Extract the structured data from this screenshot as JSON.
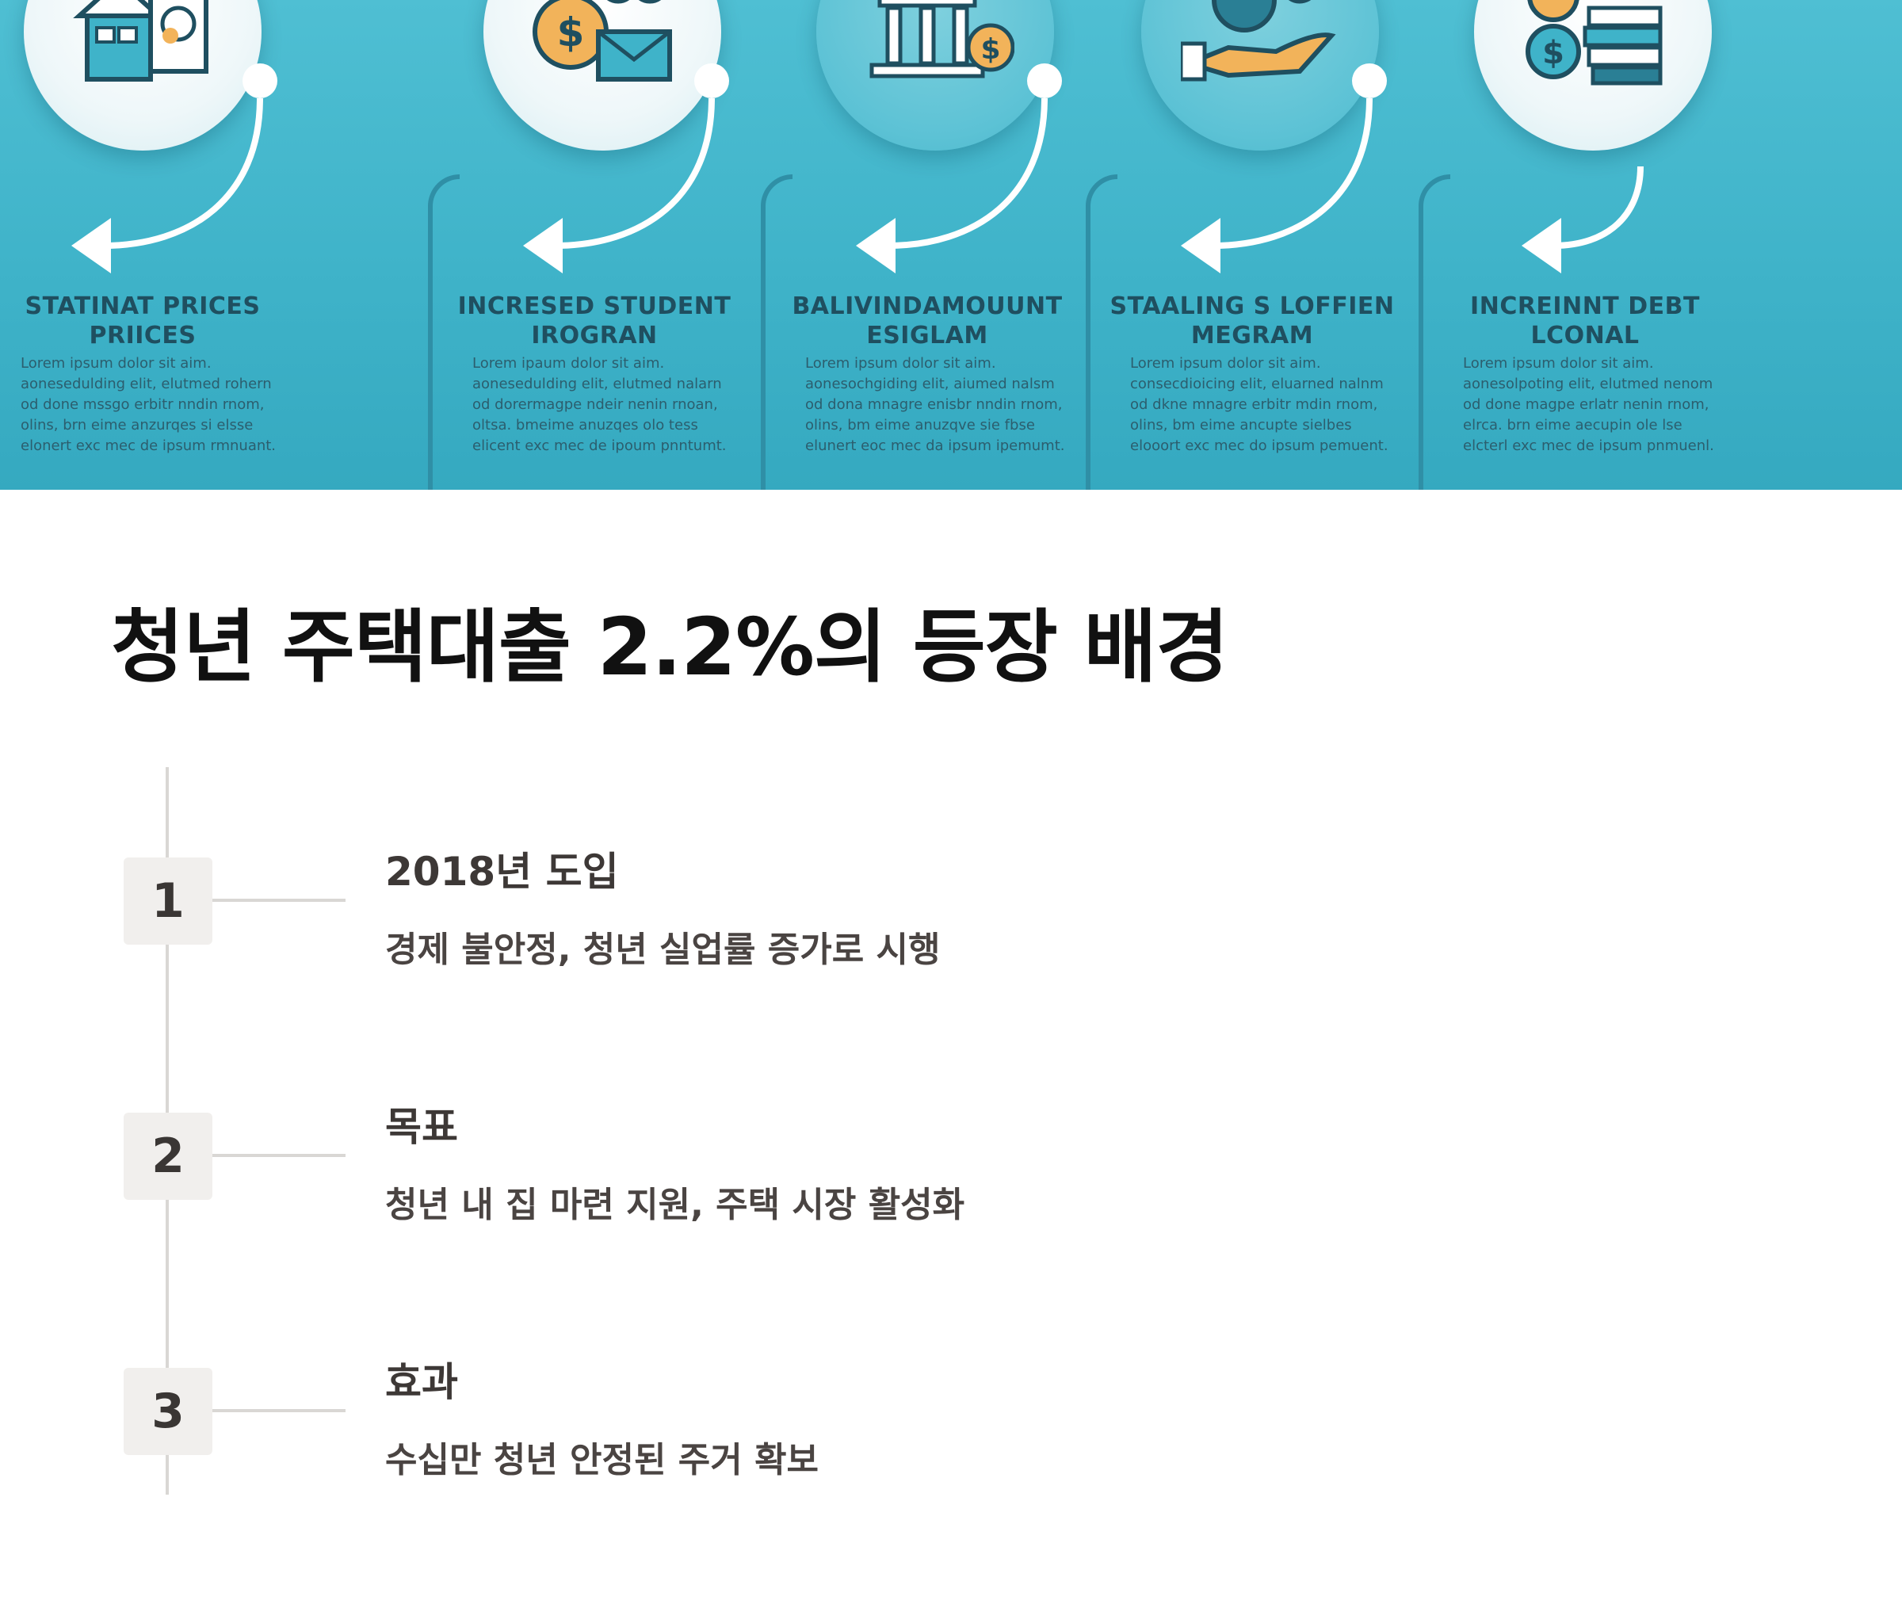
{
  "hero": {
    "columns": [
      {
        "title": "STATINAT PRICES\nPRIICES",
        "body": "Lorem ipsum dolor sit aim. aonesedulding elit, elutmed rohern od done mssgo erbitr nndin rnom, olins, brn eime anzurqes si elsse elonert exc mec de ipsum rmnuant."
      },
      {
        "title": "INCRESED STUDENT\nIROGRAN",
        "body": "Lorem ipaum dolor sit aim. aonesedulding elit, elutmed nalarn od dorermagpe ndeir nenin rnoan, oltsa. bmeime anuzqes olo tess elicent exc mec de ipoum pnntumt."
      },
      {
        "title": "BALIVINDAMOUUNT\nESIGLAM",
        "body": "Lorem ipsum dolor sit aim. aonesochgiding elit, aiumed nalsm od dona mnagre enisbr nndin rnom, olins, bm eime anuzqve sie fbse elunert eoc mec da ipsum ipemumt."
      },
      {
        "title": "STAALING S LOFFIEN\nMEGRAM",
        "body": "Lorem ipsum dolor sit aim. consecdioicing elit, eluarned nalnm od dkne mnagre erbitr mdin rnom, olins, bm eime ancupte sielbes elooort exc mec do ipsum pemuent."
      },
      {
        "title": "INCREINNT DEBT\nLCONAL",
        "body": "Lorem ipsum dolor sit aim. aonesolpoting elit, elutmed nenom od done magpe erlatr nenin rnom, elrca. brn eime aecupin ole lse elcterl exc mec de ipsum pnmuenl."
      }
    ]
  },
  "main": {
    "heading": "청년 주택대출 2.2%의 등장 배경",
    "steps": [
      {
        "number": "1",
        "title": "2018년 도입",
        "description": "경제 불안정, 청년 실업률 증가로 시행"
      },
      {
        "number": "2",
        "title": "목표",
        "description": "청년 내 집 마련 지원, 주택 시장 활성화"
      },
      {
        "number": "3",
        "title": "효과",
        "description": "수십만 청년 안정된 주거 확보"
      }
    ]
  },
  "colors": {
    "hero_bg": "#3fb3c9",
    "hero_text": "#1f4f60",
    "heading": "#111111",
    "step_text": "#3d3836",
    "number_box": "#f1efed",
    "timeline": "#d9d7d4",
    "icon_orange": "#f2b35a",
    "icon_teal": "#2a7f95"
  },
  "icons": [
    "house-icon",
    "money-bag-icon",
    "bank-icon",
    "hand-coin-icon",
    "coin-books-icon"
  ]
}
